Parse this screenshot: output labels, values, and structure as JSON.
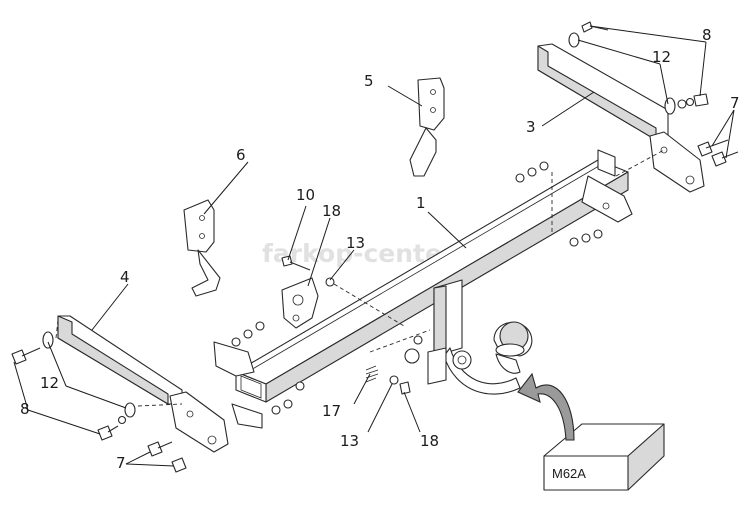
{
  "watermark": "farkop-center.ru",
  "model_code": "M62A",
  "callouts": {
    "p1": "1",
    "p3": "3",
    "p4": "4",
    "p5": "5",
    "p6": "6",
    "p7_right": "7",
    "p7_left": "7",
    "p8_right": "8",
    "p8_left": "8",
    "p10": "10",
    "p12_right": "12",
    "p12_left": "12",
    "p13_upper": "13",
    "p13_lower": "13",
    "p17": "17",
    "p18_upper": "18",
    "p18_lower": "18"
  }
}
